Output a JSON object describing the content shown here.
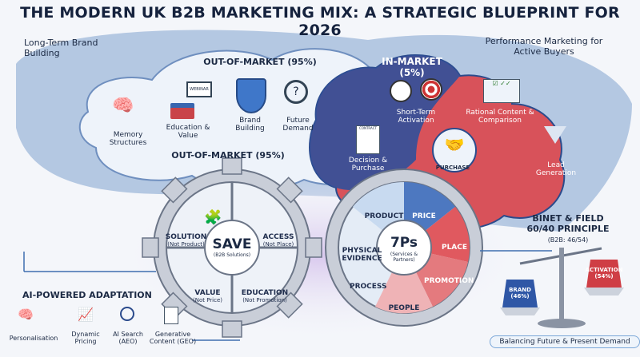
{
  "title": "THE MODERN UK B2B MARKETING MIX: A STRATEGIC BLUEPRINT FOR 2026",
  "left_flow": {
    "label": "Long-Term Brand Building"
  },
  "right_flow": {
    "label": "Performance Marketing for Active Buyers"
  },
  "out_of_market": {
    "header_top": "OUT-OF-MARKET (95%)",
    "header_bottom": "OUT-OF-MARKET (95%)",
    "items": [
      {
        "label": "Memory Structures",
        "icon": "brain-lock-icon"
      },
      {
        "label": "Education & Value",
        "icon": "webinar-books-icon",
        "icon_text": "WEBINAR"
      },
      {
        "label": "Brand Building",
        "icon": "shield-icon"
      },
      {
        "label": "Future Demand",
        "icon": "magnifier-question-icon"
      }
    ]
  },
  "in_market": {
    "header": "IN-MARKET (5%)",
    "items": [
      {
        "label": "Short-Term Activation",
        "icon": "stopwatch-target-icon"
      },
      {
        "label": "Rational Content & Comparison",
        "icon": "checklist-icon"
      },
      {
        "label": "Decision & Purchase",
        "icon": "contract-icon",
        "icon_text": "CONTRACT"
      },
      {
        "label": "Lead Generation",
        "icon": "funnel-icon"
      }
    ],
    "purchase": "PURCHASE"
  },
  "save_gear": {
    "center_title": "SAVE",
    "center_sub": "(B2B Solutions)",
    "segments": [
      {
        "label": "SOLUTION",
        "sub": "(Not Product)"
      },
      {
        "label": "ACCESS",
        "sub": "(Not Place)"
      },
      {
        "label": "VALUE",
        "sub": "(Not Price)"
      },
      {
        "label": "EDUCATION",
        "sub": "(Not Promotion)"
      }
    ]
  },
  "sevenps_gear": {
    "center_title": "7Ps",
    "center_sub": "(Services & Partners)",
    "segments": [
      "PRODUCT",
      "PRICE",
      "PLACE",
      "PROMOTION",
      "PEOPLE",
      "PROCESS",
      "PHYSICAL EVIDENCE"
    ]
  },
  "ai": {
    "header": "AI-POWERED ADAPTATION",
    "items": [
      {
        "label": "Personalisation",
        "icon": "head-brain-icon"
      },
      {
        "label": "Dynamic Pricing",
        "icon": "growth-chart-icon"
      },
      {
        "label": "AI Search (AEO)",
        "icon": "search-icon"
      },
      {
        "label": "Generative Content (GEO)",
        "icon": "document-pen-icon"
      }
    ]
  },
  "binet_field": {
    "title_line1": "BINET & FIELD",
    "title_line2": "60/40 PRINCIPLE",
    "sub": "(B2B: 46/54)",
    "brand": {
      "label": "BRAND",
      "value": "(46%)"
    },
    "activation": {
      "label": "ACTIVATION",
      "value": "(54%)"
    },
    "footer": "Balancing Future & Present Demand"
  },
  "colors": {
    "navy": "#1c2a44",
    "blue": "#3a67b0",
    "red": "#d94a4f",
    "cloud": "#eef3fa"
  }
}
